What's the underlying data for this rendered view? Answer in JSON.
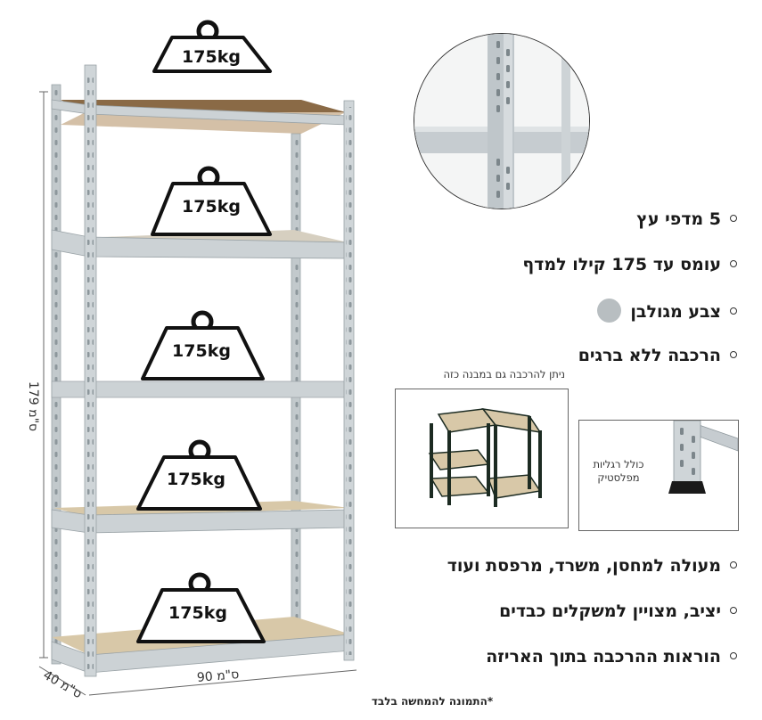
{
  "weight_labels": [
    "175kg",
    "175kg",
    "175kg",
    "175kg",
    "175kg"
  ],
  "dimensions": {
    "height": "179 ס\"מ",
    "width": "90 ס\"מ",
    "depth": "40 ס\"מ"
  },
  "features_top": [
    "5 מדפי עץ",
    "עומס עד 175 קילו למדף",
    "צבע מגולבן",
    "הרכבה ללא ברגים"
  ],
  "alt_assembly_caption": "ניתן להרכבה גם במבנה כזה",
  "feet_caption": "כולל רגליות מפלסטיק",
  "features_bottom": [
    "מעולה למחסן, משרד, מרפסת ועוד",
    "יציב, מצויין למשקלים כבדים",
    "הוראות ההרכבה בתוך האריזה"
  ],
  "footnote": "*התמונה להמחשה בלבד",
  "colors": {
    "galvanized_swatch": "#b8bec1",
    "frame": "#c9cfd2",
    "wood": "#d8c8a8"
  }
}
